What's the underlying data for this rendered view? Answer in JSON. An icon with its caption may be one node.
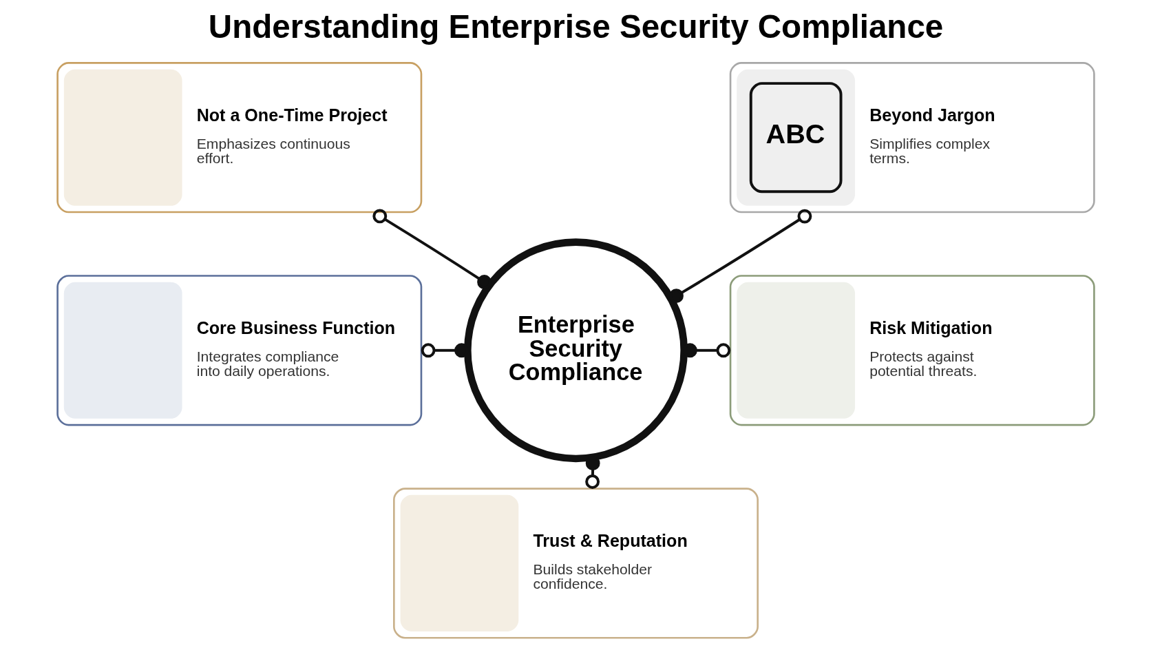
{
  "diagram": {
    "title": "Understanding Enterprise Security Compliance",
    "nodes": [
      {
        "text": [
          "Enterprise Security Compliance"
        ]
      },
      {
        "text": [
          "Not a One-Time Project",
          "Emphasizes continuous effort."
        ]
      },
      {
        "text": [
          "ABC",
          "Beyond Jargon",
          "Simplifies complex terms."
        ]
      },
      {
        "text": [
          "Core Business Function",
          "Integrates compliance into daily operations."
        ]
      },
      {
        "text": [
          "Risk Mitigation",
          "Protects against potential threats."
        ]
      },
      {
        "text": [
          "Trust & Reputation",
          "Builds stakeholder confidence."
        ]
      }
    ],
    "edges": [
      {
        "from": 0,
        "to": 1,
        "arrow": "other"
      },
      {
        "from": 0,
        "to": 2,
        "arrow": "other"
      },
      {
        "from": 0,
        "to": 3,
        "arrow": "other"
      },
      {
        "from": 0,
        "to": 4,
        "arrow": "other"
      },
      {
        "from": 0,
        "to": 5,
        "arrow": "other"
      }
    ]
  }
}
